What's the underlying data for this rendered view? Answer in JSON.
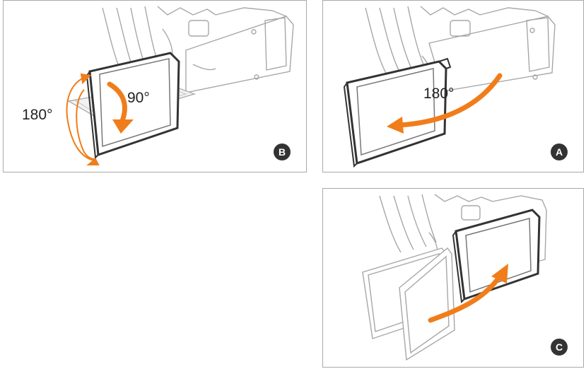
{
  "colors": {
    "arrow": "#f07d1a",
    "outline": "#a7a7a7",
    "frame": "#333333",
    "badge": "#333333",
    "panel_border": "#a9a9a9"
  },
  "panels": {
    "b": {
      "badge": "B",
      "angle_vertical": "90°",
      "angle_side": "180°"
    },
    "a": {
      "badge": "A",
      "angle": "180°"
    },
    "c": {
      "badge": "C"
    }
  }
}
